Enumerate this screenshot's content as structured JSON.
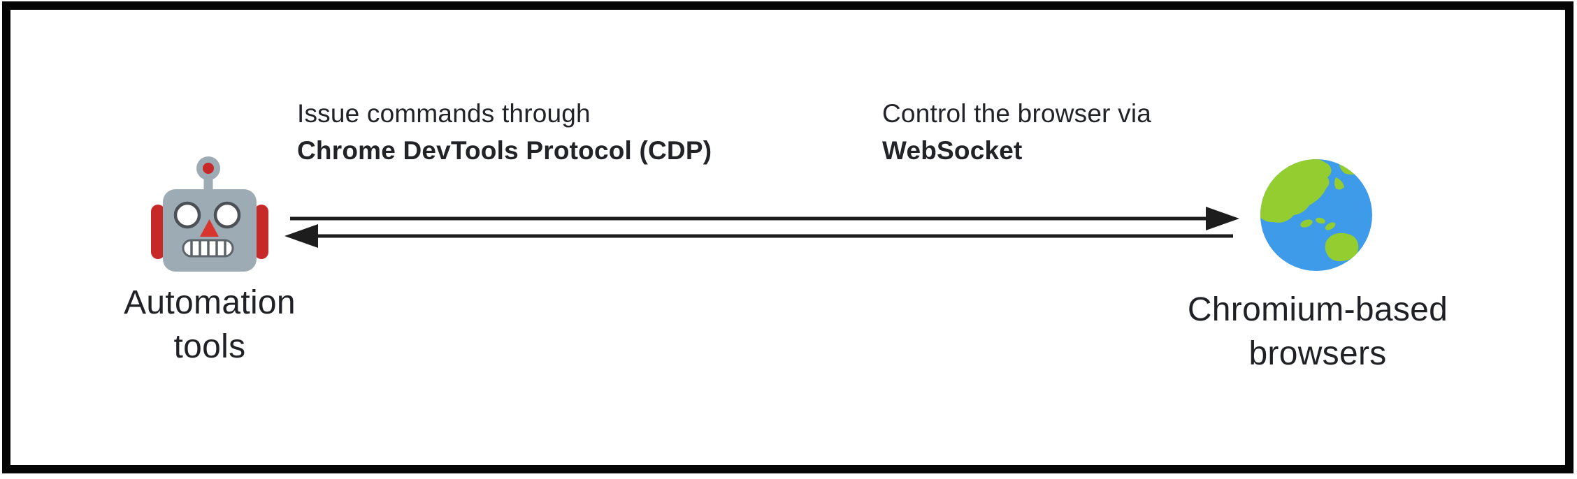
{
  "diagram": {
    "title": "CDP automation architecture diagram",
    "background": "#ffffff",
    "border_color": "#050505",
    "nodes": {
      "automation_tools": {
        "icon": "robot-face-icon",
        "caption_line1": "Automation",
        "caption_line2": "tools"
      },
      "chromium_browsers": {
        "icon": "globe-asia-australia-icon",
        "caption_line1": "Chromium-based",
        "caption_line2": "browsers"
      }
    },
    "connection": {
      "labels": [
        {
          "regular": "Issue commands through",
          "bold": "Chrome DevTools Protocol (CDP)"
        },
        {
          "regular": "Control the browser via",
          "bold": "WebSocket"
        }
      ],
      "arrows": [
        {
          "direction": "left-to-right"
        },
        {
          "direction": "right-to-left"
        }
      ]
    },
    "colors": {
      "text": "#212327",
      "arrow": "#1d1d1d",
      "robot_head": "#9dabb4",
      "robot_accent_red": "#c62a28",
      "robot_nose_red": "#d8352f",
      "globe_ocean": "#3e9be9",
      "globe_land": "#93cd30"
    }
  }
}
